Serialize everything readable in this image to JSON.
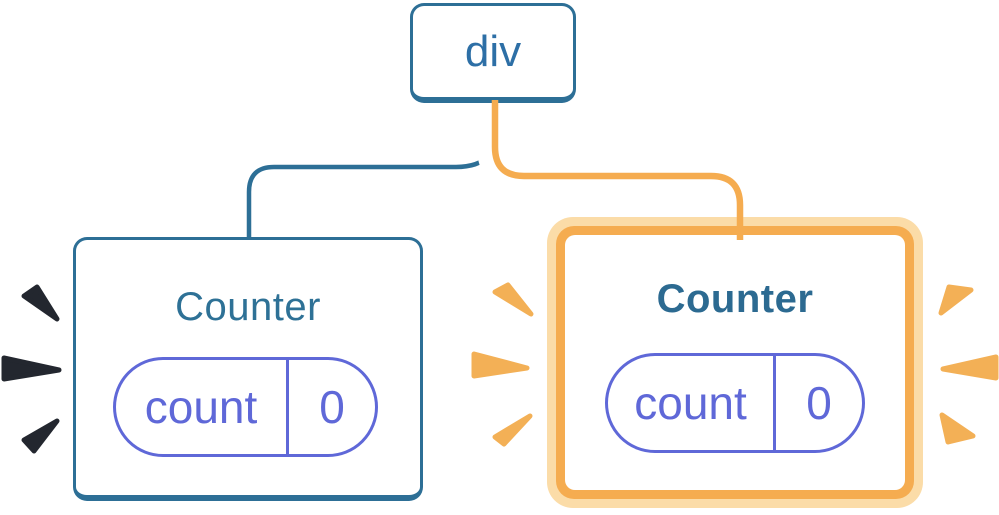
{
  "figure": {
    "type": "react-render-tree-diagram",
    "root_node": {
      "label": "div"
    },
    "edges": [
      {
        "from": "div",
        "to": "left-counter",
        "color": "#2D6F96",
        "style": "plain-line"
      },
      {
        "from": "div",
        "to": "right-counter",
        "color": "#F5AC50",
        "style": "orange-line-white-casing"
      }
    ],
    "left_counter": {
      "title": "Counter",
      "state": {
        "name": "count",
        "value": "0"
      },
      "highlighted": false,
      "burst_color": "#23272F"
    },
    "right_counter": {
      "title": "Counter",
      "state": {
        "name": "count",
        "value": "0"
      },
      "highlighted": true,
      "burst_color": "#F3B056"
    },
    "colors": {
      "background": "#FFFFFF",
      "node_border_blue": "#2D6F96",
      "node_text_blue": "#2D6FA6",
      "title_blue": "#2E7196",
      "pill_purple": "#5F68D8",
      "highlight_orange": "#F5AC50",
      "highlight_outer_cream": "#FBDCA8",
      "connector_casing": "#FFFFFF",
      "burst_dark": "#23272F",
      "burst_orange": "#F3B056"
    }
  }
}
